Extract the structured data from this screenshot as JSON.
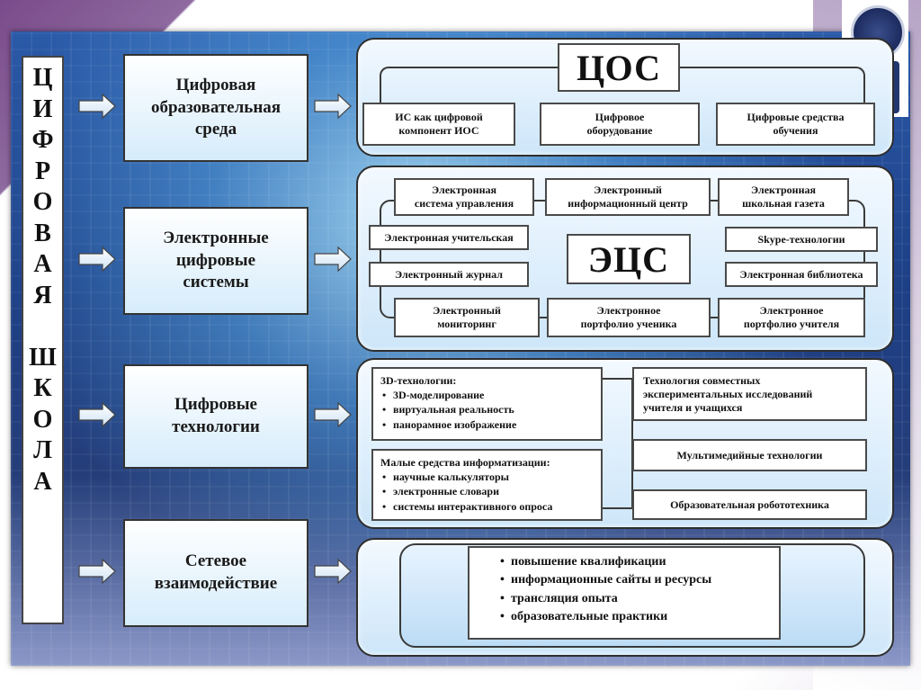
{
  "side_title_letters": [
    "Ц",
    "И",
    "Ф",
    "Р",
    "О",
    "В",
    "А",
    "Я",
    " ",
    "Ш",
    "К",
    "О",
    "Л",
    "А"
  ],
  "left_boxes": [
    "Цифровая\nобразовательная\nсреда",
    "Электронные\nцифровые\nсистемы",
    "Цифровые\nтехнологии",
    "Сетевое\nвзаимодействие"
  ],
  "cos": {
    "title": "ЦОС",
    "items": [
      "ИС как цифровой\nкомпонент ИОС",
      "Цифровое\nоборудование",
      "Цифровые средства\nобучения"
    ]
  },
  "ecs": {
    "title": "ЭЦС",
    "top": [
      "Электронная\nсистема управления",
      "Электронный\nинформационный центр",
      "Электронная\nшкольная газета"
    ],
    "left": [
      "Электронная учительская",
      "Электронный журнал"
    ],
    "right": [
      "Skype-технологии",
      "Электронная библиотека"
    ],
    "bottom": [
      "Электронный\nмониторинг",
      "Электронное\nпортфолио ученика",
      "Электронное\nпортфолио учителя"
    ]
  },
  "tech": {
    "box3d_title": "3D-технологии:",
    "box3d_items": [
      "3D-моделирование",
      "виртуальная реальность",
      "панорамное изображение"
    ],
    "small_title": "Малые средства информатизации:",
    "small_items": [
      "научные калькуляторы",
      "электронные словари",
      "системы интерактивного опроса"
    ],
    "right": [
      "Технология совместных\nэкспериментальных исследований\nучителя и учащихся",
      "Мультимедийные технологии",
      "Образовательная робототехника"
    ]
  },
  "network": {
    "items": [
      "повышение квалификации",
      "информационные сайты и ресурсы",
      "трансляция опыта",
      "образовательные практики"
    ]
  }
}
